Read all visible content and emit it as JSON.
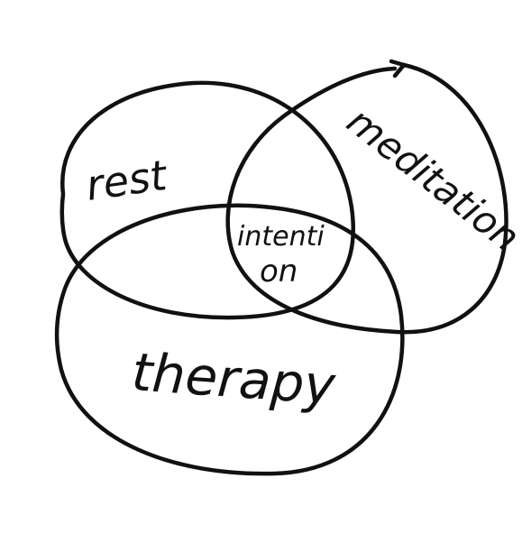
{
  "colors": {
    "ink": "#111111",
    "paper": "#ffffff"
  },
  "labels": {
    "rest": "rest",
    "meditation": "meditation",
    "therapy": "therapy",
    "intersection_line1": "intenti",
    "intersection_line2": "on"
  }
}
